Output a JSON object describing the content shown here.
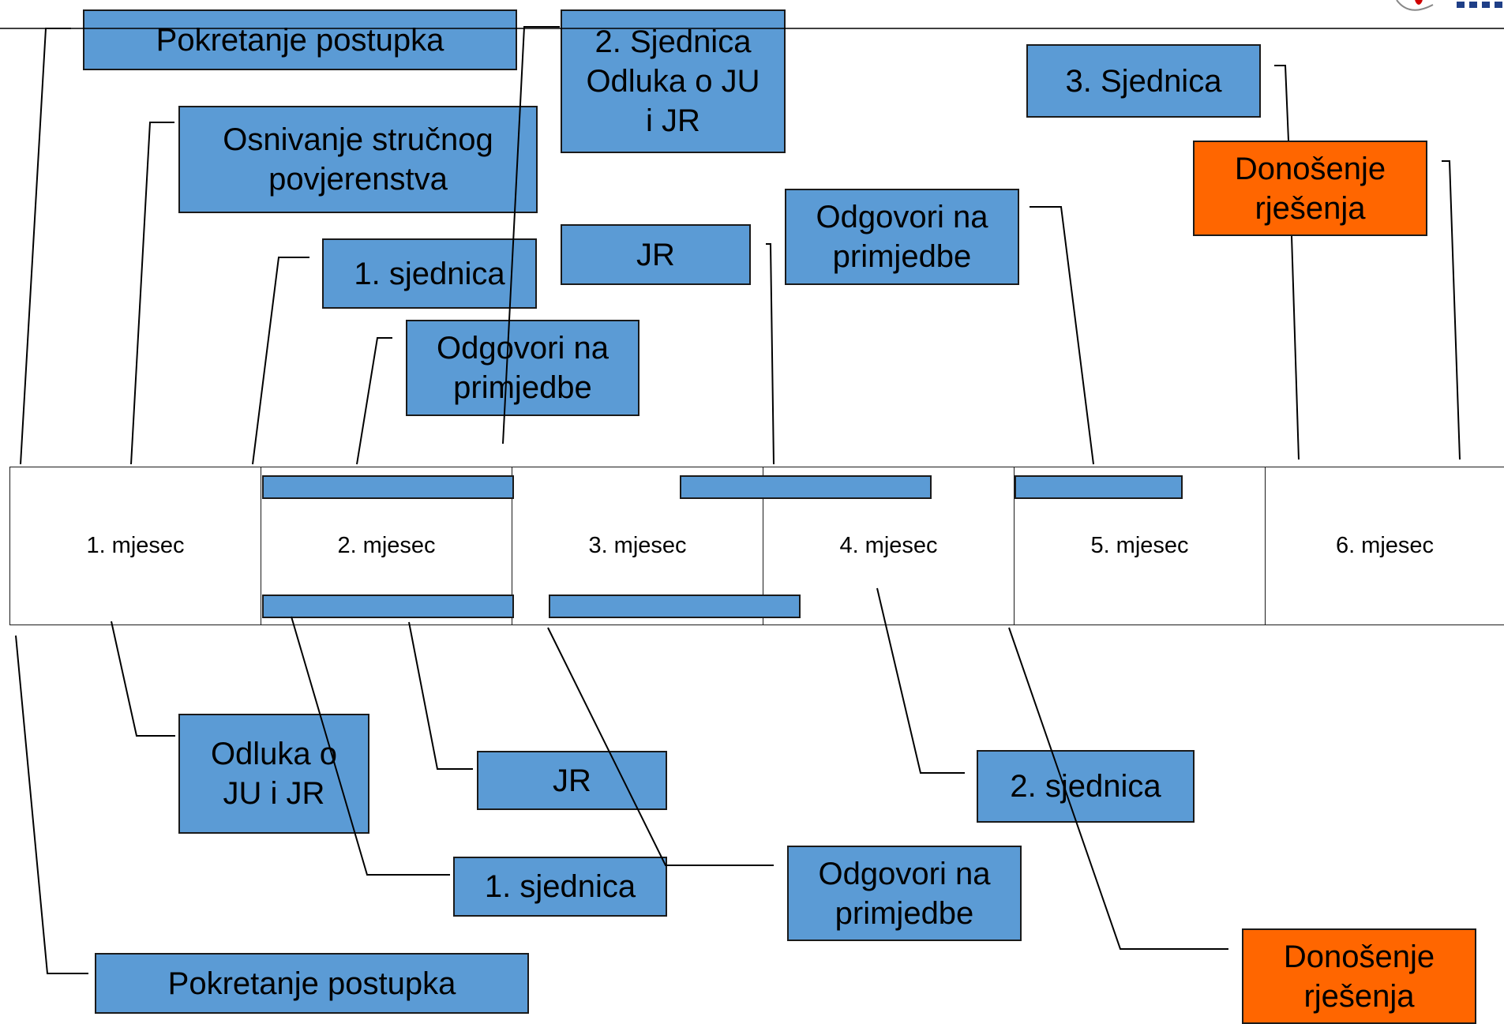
{
  "colors": {
    "blue": "#5B9BD5",
    "orange": "#FF6600",
    "line": "#000000"
  },
  "months": [
    "1. mjesec",
    "2. mjesec",
    "3. mjesec",
    "4. mjesec",
    "5. mjesec",
    "6. mjesec"
  ],
  "top_boxes": {
    "pokretanje": "Pokretanje postupka",
    "osnivanje": "Osnivanje stručnog\npovjerenstva",
    "sjednica1": "1. sjednica",
    "odgovori1": "Odgovori na\nprimjedbe",
    "sjednica2_odluka": "2. Sjednica\nOdluka o JU\ni JR",
    "jr": "JR",
    "odgovori2": "Odgovori na\nprimjedbe",
    "sjednica3": "3. Sjednica",
    "donosenje": "Donošenje\nrješenja"
  },
  "bottom_boxes": {
    "odluka": "Odluka o\nJU i JR",
    "jr": "JR",
    "sjednica1": "1. sjednica",
    "odgovori": "Odgovori na\nprimjedbe",
    "sjednica2": "2. sjednica",
    "pokretanje": "Pokretanje postupka",
    "donosenje": "Donošenje\nrješenja"
  },
  "logo_icon": "institution-logo-icon"
}
